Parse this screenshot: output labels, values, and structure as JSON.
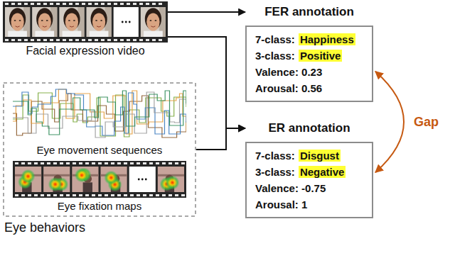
{
  "diagram": {
    "nodes": [
      {
        "text": [
          "Facial expression video"
        ]
      },
      {
        "text": [
          "FER annotation",
          "7-class:",
          "Happiness",
          "3-class:",
          "Positive",
          "Valence: 0.23",
          "Arousal: 0.56"
        ]
      },
      {
        "text": [
          "Eye behaviors"
        ]
      },
      {
        "text": [
          "Eye movement sequences"
        ],
        "in": 2
      },
      {
        "text": [
          "Eye fixation maps"
        ],
        "in": 2
      },
      {
        "text": [
          "ER annotation",
          "7-class:",
          "Disgust",
          "3-class:",
          "Negative",
          "Valence: -0.75",
          "Arousal: 1"
        ]
      }
    ],
    "edges": [
      {
        "from": 0,
        "to": 1,
        "arrow": "to"
      },
      {
        "from": 0,
        "to": 5,
        "arrow": "to"
      },
      {
        "from": 2,
        "to": 5,
        "arrow": "to"
      },
      {
        "from": 1,
        "to": 5,
        "arrow": "both",
        "label": "Gap"
      }
    ]
  }
}
